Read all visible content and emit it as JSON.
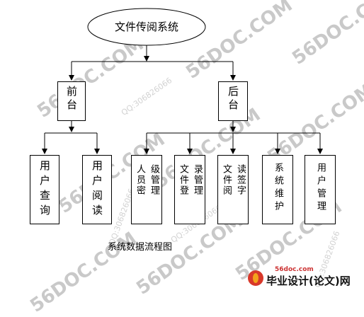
{
  "diagram": {
    "root": "文件传阅系统",
    "front": "前台",
    "back": "后台",
    "front_children": [
      "用户查询",
      "用户阅读"
    ],
    "back_children": [
      "人员密级管理",
      "文件登录管理",
      "文件阅读签字",
      "系统维护",
      "用户管理"
    ],
    "caption": "系统数据流程图"
  },
  "watermarks": {
    "site": "56DOC.COM",
    "qq": "QQ:306826066"
  },
  "logo": {
    "small": "56doc.com",
    "main": "毕业设计(论文)网"
  },
  "colors": {
    "line": "#000000",
    "watermark": "#c9c9c9",
    "logo_red": "#d8382a",
    "logo_orange": "#f3a21c"
  }
}
